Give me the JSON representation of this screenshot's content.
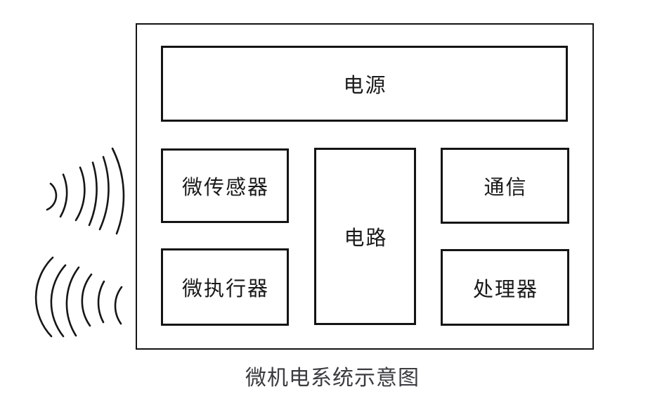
{
  "figure": {
    "caption": "微机电系统示意图"
  },
  "blocks": {
    "power": {
      "label": "电源"
    },
    "micro_sensor": {
      "label": "微传感器"
    },
    "micro_actuator": {
      "label": "微执行器"
    },
    "circuit": {
      "label": "电路"
    },
    "communication": {
      "label": "通信"
    },
    "processor": {
      "label": "处理器"
    }
  },
  "icons": {
    "incoming_waves": "incoming-signal-waves-icon",
    "outgoing_waves": "outgoing-signal-waves-icon"
  },
  "colors": {
    "line": "#141414",
    "block_text": "#1a1a1a",
    "caption_text": "#3b3b40",
    "background": "#ffffff"
  }
}
